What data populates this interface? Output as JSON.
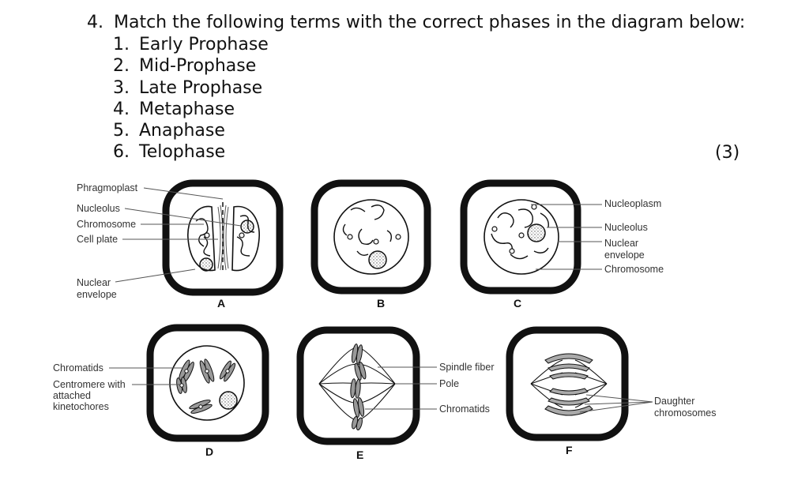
{
  "question": {
    "number": "4.",
    "text": "Match the following terms with the correct phases in the diagram below:",
    "marks": "(3)"
  },
  "terms": [
    {
      "n": "1.",
      "label": "Early Prophase"
    },
    {
      "n": "2.",
      "label": "Mid-Prophase"
    },
    {
      "n": "3.",
      "label": "Late Prophase"
    },
    {
      "n": "4.",
      "label": "Metaphase"
    },
    {
      "n": "5.",
      "label": "Anaphase"
    },
    {
      "n": "6.",
      "label": "Telophase"
    }
  ],
  "cells": {
    "A": {
      "letter": "A",
      "labels": {
        "phragmoplast": "Phragmoplast",
        "nucleolus": "Nucleolus",
        "chromosome": "Chromosome",
        "cell_plate": "Cell plate",
        "nuclear_1": "Nuclear",
        "nuclear_2": "envelope"
      }
    },
    "B": {
      "letter": "B"
    },
    "C": {
      "letter": "C",
      "labels": {
        "nucleoplasm": "Nucleoplasm",
        "nucleolus": "Nucleolus",
        "nuclear_1": "Nuclear",
        "nuclear_2": "envelope",
        "chromosome": "Chromosome"
      }
    },
    "D": {
      "letter": "D",
      "labels": {
        "chromatids": "Chromatids",
        "centromere_1": "Centromere with",
        "centromere_2": "attached",
        "centromere_3": "kinetochores"
      }
    },
    "E": {
      "letter": "E",
      "labels": {
        "spindle": "Spindle fiber",
        "pole": "Pole",
        "chromatids": "Chromatids"
      }
    },
    "F": {
      "letter": "F",
      "labels": {
        "daughter_1": "Daughter",
        "daughter_2": "chromosomes"
      }
    }
  }
}
